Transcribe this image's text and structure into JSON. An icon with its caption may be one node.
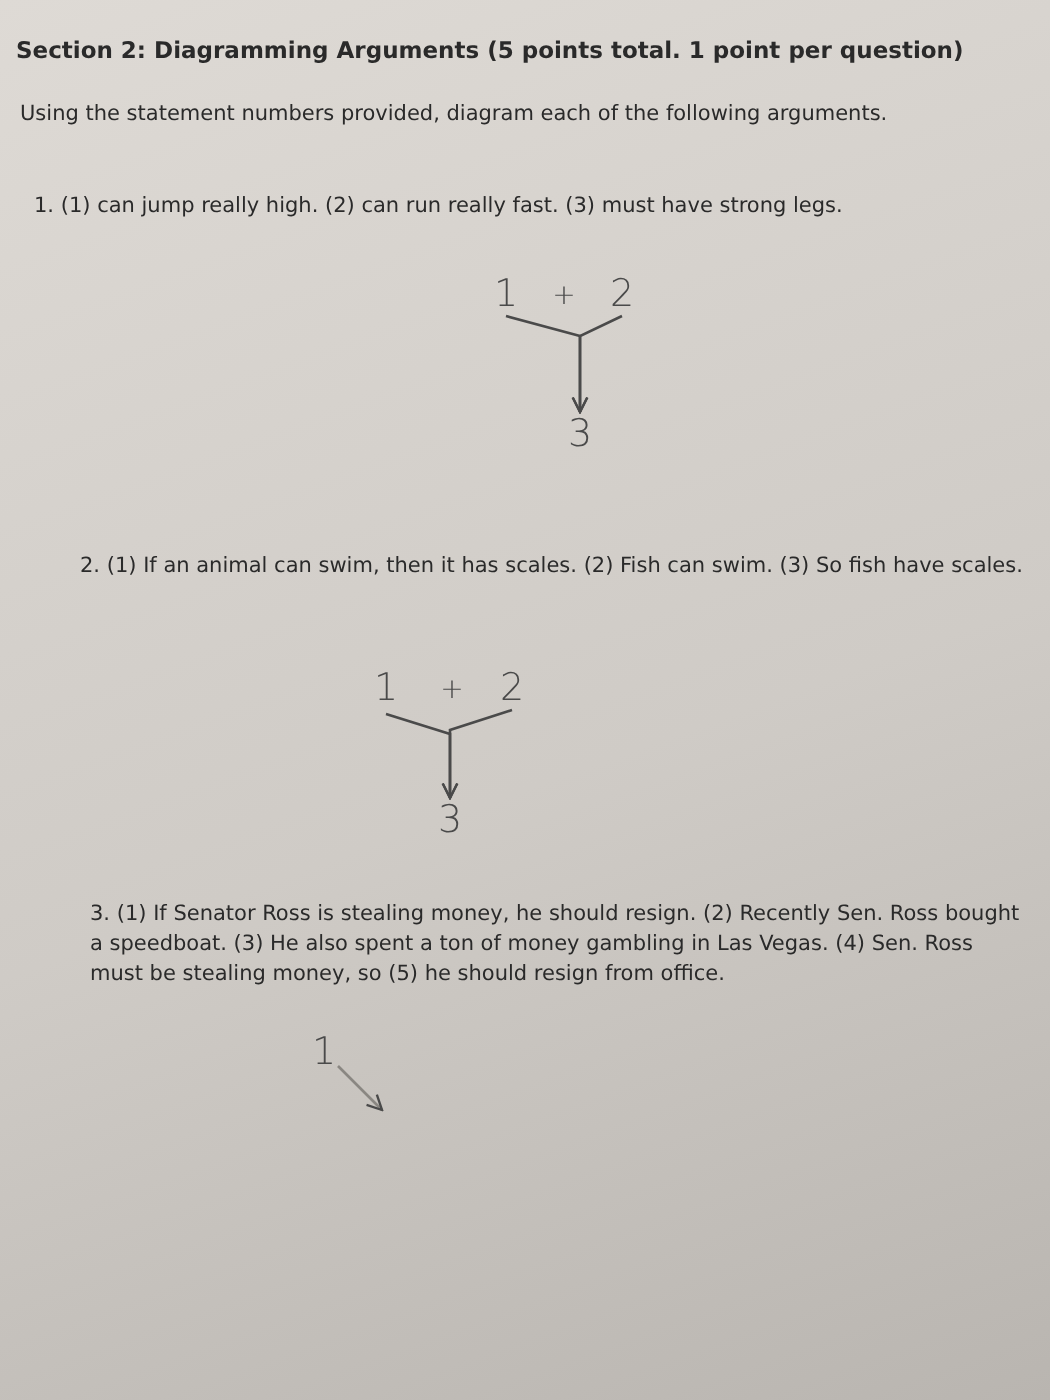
{
  "diagram": {
    "title": "Section 2: Diagramming Arguments (5 points total. 1 point per question)",
    "nodes": [
      {
        "text": [
          "1"
        ]
      },
      {
        "text": [
          "2"
        ]
      },
      {
        "text": [
          "3"
        ]
      },
      {
        "text": [
          "1"
        ]
      },
      {
        "text": [
          "2"
        ]
      },
      {
        "text": [
          "3"
        ]
      },
      {
        "text": [
          "1"
        ]
      }
    ],
    "edges": [
      {
        "from": 0,
        "to": 2,
        "arrow": "to"
      },
      {
        "from": 1,
        "to": 2,
        "arrow": "to"
      },
      {
        "from": 3,
        "to": 5,
        "arrow": "to"
      },
      {
        "from": 4,
        "to": 5,
        "arrow": "to"
      },
      {
        "from": 6,
        "to": null,
        "arrow": "to"
      }
    ],
    "labels": [
      "Using the statement numbers provided, diagram each of the following arguments.",
      "1. (1) can jump really high. (2) can run really fast. (3) must have strong legs.",
      "+",
      "2. (1) If an animal can swim, then it has scales. (2) Fish can swim. (3) So fish have scales.",
      "+",
      "3. (1) If Senator Ross is stealing money, he should resign. (2) Recently Sen. Ross bought a speedboat. (3) He also spent a ton of money gambling in Las Vegas. (4) Sen. Ross must be stealing money, so (5) he should resign from office."
    ]
  }
}
